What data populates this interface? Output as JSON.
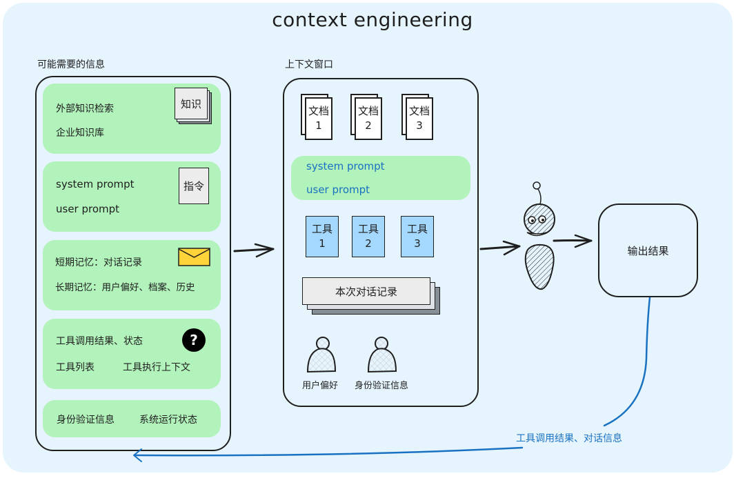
{
  "title": "context engineering",
  "left_section": {
    "label": "可能需要的信息",
    "cards": [
      {
        "lines": [
          "外部知识检索",
          "企业知识库"
        ],
        "icon": "knowledge-stack-icon",
        "icon_label": "知识"
      },
      {
        "lines": [
          "system prompt",
          "user prompt"
        ],
        "icon": "instruction-card-icon",
        "icon_label": "指令"
      },
      {
        "lines": [
          "短期记忆：对话记录",
          "长期记忆：用户偏好、档案、历史"
        ],
        "icon": "envelope-icon"
      },
      {
        "lines": [
          "工具调用结果、状态",
          "工具列表",
          "工具执行上下文"
        ],
        "icon": "question-icon",
        "icon_label": "?"
      },
      {
        "lines": [
          "身份验证信息",
          "系统运行状态"
        ]
      }
    ]
  },
  "context_window": {
    "label": "上下文窗口",
    "documents": [
      {
        "label": "文档",
        "num": "1"
      },
      {
        "label": "文档",
        "num": "2"
      },
      {
        "label": "文档",
        "num": "3"
      }
    ],
    "prompts": [
      "system prompt",
      "user prompt"
    ],
    "tools": [
      {
        "label": "工具",
        "num": "1"
      },
      {
        "label": "工具",
        "num": "2"
      },
      {
        "label": "工具",
        "num": "3"
      }
    ],
    "record_label": "本次对话记录",
    "persons": [
      "用户偏好",
      "身份验证信息"
    ]
  },
  "output": {
    "label": "输出结果"
  },
  "feedback": {
    "label": "工具调用结果、对话信息"
  },
  "colors": {
    "canvas": "#e6f4fd",
    "card_green": "#b2f2bb",
    "tool_blue": "#a5d8ff",
    "feedback_blue": "#1971c2",
    "envelope_yellow": "#ffd43b",
    "stroke": "#1e1e1e"
  }
}
